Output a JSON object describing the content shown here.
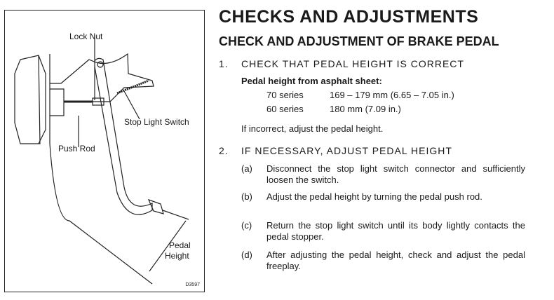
{
  "title": "CHECKS AND ADJUSTMENTS",
  "subtitle": "CHECK AND ADJUSTMENT OF BRAKE PEDAL",
  "figure": {
    "labels": {
      "lock_nut": "Lock Nut",
      "stop_light_switch": "Stop Light Switch",
      "push_rod": "Push Rod",
      "pedal": "Pedal",
      "height": "Height"
    },
    "code": "D3597"
  },
  "steps": [
    {
      "number": "1.",
      "heading": "CHECK THAT PEDAL HEIGHT IS CORRECT",
      "spec_label": "Pedal height from asphalt sheet:",
      "specs": [
        {
          "series": "70 series",
          "value": "169 – 179 mm (6.65 – 7.05 in.)"
        },
        {
          "series": "60 series",
          "value": "180 mm (7.09 in.)"
        }
      ],
      "note": "If incorrect, adjust the pedal height."
    },
    {
      "number": "2.",
      "heading": "IF NECESSARY, ADJUST PEDAL HEIGHT",
      "substeps": [
        {
          "marker": "(a)",
          "text": "Disconnect the stop light switch connector and sufficiently loosen the switch."
        },
        {
          "marker": "(b)",
          "text": "Adjust the pedal height by turning the pedal push rod."
        },
        {
          "marker": "(c)",
          "text": "Return the stop light switch until its body lightly contacts the pedal stopper."
        },
        {
          "marker": "(d)",
          "text": "After adjusting the pedal height, check and adjust the pedal freeplay."
        }
      ]
    }
  ]
}
